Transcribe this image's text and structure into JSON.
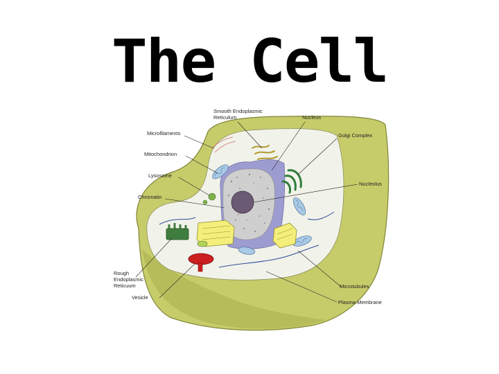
{
  "slide": {
    "title": "The Cell"
  },
  "diagram": {
    "labels": {
      "smooth_er_1": "Smooth Endoplasmic",
      "smooth_er_2": "Reticulum",
      "nucleus": "Nucleus",
      "golgi": "Golgi Complex",
      "microfilaments": "Microfilaments",
      "mitochondrion": "Mitochondrion",
      "lysosome": "Lysosome",
      "chromatin": "Chromatin",
      "nucleolus": "Nucleolus",
      "rough_er_1": "Rough",
      "rough_er_2": "Endoplasmic",
      "rough_er_3": "Reticuum",
      "vesicle": "Vesicle",
      "microtubules": "Microtubules",
      "plasma_membrane": "Plasma Membrane"
    },
    "colors": {
      "membrane_outer": "#c7cc6a",
      "membrane_side": "#a9ae4c",
      "cytoplasm": "#f1f3ea",
      "nuclear_envelope": "#9d9cd0",
      "nucleus_interior": "#cfcfcf",
      "nucleolus": "#6b5a73",
      "golgi": "#f2e48a",
      "mitochondrion": "#a9c9e6",
      "rough_er": "#3f7d3f",
      "vesicle": "#cc1f1f",
      "yellow_organelle": "#f4ef7a"
    }
  }
}
